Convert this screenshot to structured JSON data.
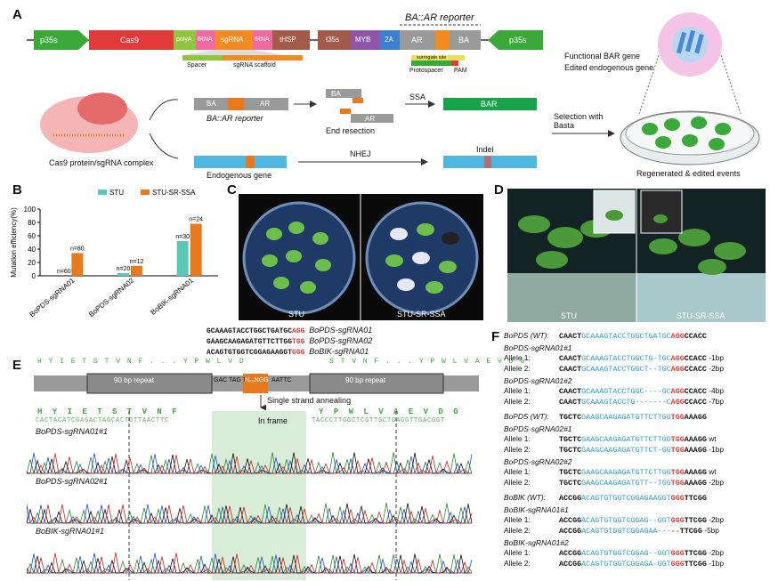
{
  "colors": {
    "green": "#3aa93a",
    "red": "#e23a3a",
    "orange": "#e8791c",
    "teal": "#5bc7b9",
    "blue": "#4fb8e0",
    "grey": "#9a9a9a",
    "purple": "#8e55a8"
  },
  "panelA": {
    "letter": "A",
    "reporter_title": "BA::AR reporter",
    "construct": [
      "p35s",
      "Cas9",
      "polyA",
      "tRNA",
      "sgRNA",
      "tRNA",
      "tHSP",
      "t35s",
      "MYB",
      "2A",
      "AR",
      "BA",
      "p35s"
    ],
    "spacer": "Spacer",
    "scaffold": "sgRNA scaffold",
    "surrogate": "surrogate site",
    "protospacer": "Protospacer",
    "pam": "PAM",
    "complex_label": "Cas9 protein/sgRNA complex",
    "reporter_BA": "BA",
    "reporter_AR": "AR",
    "reporter_label": "BA::AR reporter",
    "end_resection": "End resection",
    "ssa": "SSA",
    "bar": "BAR",
    "endogenous_label": "Endogenous gene",
    "nhej": "NHEJ",
    "indel": "Indel",
    "selection": "Selection with Basta",
    "functional": "Functional BAR gene",
    "edited": "Edited endogenous gene",
    "regenerated": "Regenerated & edited events"
  },
  "panelB": {
    "letter": "B"
  },
  "chart_data": {
    "type": "bar",
    "ylabel": "Mutation efficiency(%)",
    "ylim": [
      0,
      100
    ],
    "yticks": [
      0,
      20,
      40,
      60,
      80,
      100
    ],
    "categories": [
      "BoPDS-sgRNA01",
      "BoPDS-sgRNA02",
      "BoBIK-sgRNA01"
    ],
    "series": [
      {
        "name": "STU",
        "color": "#5bc7b9",
        "values": [
          0,
          4,
          52
        ],
        "labels": [
          "n=60",
          "n=20",
          "n=30"
        ]
      },
      {
        "name": "STU-SR-SSA",
        "color": "#e8791c",
        "values": [
          34,
          15,
          78
        ],
        "labels": [
          "n=80",
          "n=12",
          "n=24"
        ]
      }
    ]
  },
  "panelC": {
    "letter": "C",
    "left": "STU",
    "right": "STU-SR-SSA"
  },
  "panelD": {
    "letter": "D",
    "left": "STU",
    "right": "STU-SR-SSA"
  },
  "panelE": {
    "letter": "E",
    "guides": [
      {
        "pre": "GCAAAGTACCTGGCTGATGC",
        "pam": "AGG",
        "name": "BoPDS-sgRNA01"
      },
      {
        "pre": "GAAGCAAGAGATGTTCTTGG",
        "pam": "TGG",
        "name": "BoPDS-sgRNA02"
      },
      {
        "pre": "ACAGTGTGGTCGGAGAAGGT",
        "pam": "GGG",
        "name": "BoBIK-sgRNA01"
      }
    ],
    "aa_top": "H Y I E T S T V N F . . . Y P W L V D",
    "aa_top2": "S T V N F . . . Y P W L V A E V D G",
    "repeat": "90 bp repeat",
    "site_left": "GAC TAG T",
    "site_mid": "N₂₀NGG",
    "site_right": "AATTC",
    "ssa": "Single strand annealing",
    "aa_row": "H Y I E T S T V N F",
    "aa_row2": "Y P W L V A E V D G",
    "dna_row": "CACTACATCGAGACTAGCACTGTTAACTTC",
    "dna_row2": "TACCCTTGGCTCGTTGCTGAGGTTGACGGT",
    "in_frame": "In frame",
    "traces": [
      "BoPDS-sgRNA01#1",
      "BoPDS-sgRNA02#1",
      "BoBIK-sgRNA01#1"
    ]
  },
  "panelF": {
    "letter": "F",
    "blocks": [
      {
        "wt": "BoPDS (WT):",
        "wtseq": [
          "CAACT",
          "GCAAAGTACCTGGCTGATGC",
          "AGG",
          "CCACC"
        ],
        "groups": [
          {
            "title": "BoPDS-sgRNA01#1",
            "alleles": [
              {
                "label": "Allele 1:",
                "seq": [
                  "CAACT",
                  "GCAAAGTACCTGGCTG-TGC",
                  "AGG",
                  "CCACC"
                ],
                "note": "-1bp"
              },
              {
                "label": "Allele 2:",
                "seq": [
                  "CAACT",
                  "GCAAAGTACCTGGCT--TGC",
                  "AGG",
                  "CCACC"
                ],
                "note": "-2bp"
              }
            ]
          },
          {
            "title": "BoPDS-sgRNA01#2",
            "alleles": [
              {
                "label": "Allele 1:",
                "seq": [
                  "CAACT",
                  "GCAAAGTACCTGGC----GC",
                  "AGG",
                  "CCACC"
                ],
                "note": "-4bp"
              },
              {
                "label": "Allele 2:",
                "seq": [
                  "CAACT",
                  "GCAAAGTACCTG-------C",
                  "AGG",
                  "CCACC"
                ],
                "note": "-7bp"
              }
            ]
          }
        ]
      },
      {
        "wt": "BoPDS (WT):",
        "wtseq": [
          "TGCTC",
          "GAAGCAAGAGATGTTCTTGG",
          "TGG",
          "AAAGG"
        ],
        "groups": [
          {
            "title": "BoPDS-sgRNA02#1",
            "alleles": [
              {
                "label": "Allele 1:",
                "seq": [
                  "TGCTC",
                  "GAAGCAAGAGATGTTCTTGG",
                  "TGG",
                  "AAAGG"
                ],
                "note": "wt"
              },
              {
                "label": "Allele 2:",
                "seq": [
                  "TGCTC",
                  "GAAGCAAGAGATGTTCT-GG",
                  "TGG",
                  "AAAGG"
                ],
                "note": "-1bp"
              }
            ]
          },
          {
            "title": "BoPDS-sgRNA02#2",
            "alleles": [
              {
                "label": "Allele 1:",
                "seq": [
                  "TGCTC",
                  "GAAGCAAGAGATGTTCTTGG",
                  "TGG",
                  "AAAGG"
                ],
                "note": "wt"
              },
              {
                "label": "Allele 2:",
                "seq": [
                  "TGCTC",
                  "GAAGCAAGAGATGTT--TGG",
                  "TGG",
                  "AAAGG"
                ],
                "note": "-2bp"
              }
            ]
          }
        ]
      },
      {
        "wt": "BoBIK (WT):",
        "wtseq": [
          "ACCGG",
          "ACAGTGTGGTCGGAGAAGGT",
          "GGG",
          "TTCGG"
        ],
        "groups": [
          {
            "title": "BoBIK-sgRNA01#1",
            "alleles": [
              {
                "label": "Allele 1:",
                "seq": [
                  "ACCGG",
                  "ACAGTGTGGTCGGAG--GGT",
                  "GGG",
                  "TTCGG"
                ],
                "note": "-2bp"
              },
              {
                "label": "Allele 2:",
                "seq": [
                  "ACCGG",
                  "ACAGTGTGGTCGGAGAA---",
                  "--",
                  "TTCGG"
                ],
                "note": "-5bp"
              }
            ]
          },
          {
            "title": "BoBIK-sgRNA01#2",
            "alleles": [
              {
                "label": "Allele 1:",
                "seq": [
                  "ACCGG",
                  "ACAGTGTGGTCGGAG--GGT",
                  "GGG",
                  "TTCGG"
                ],
                "note": "-2bp"
              },
              {
                "label": "Allele 2:",
                "seq": [
                  "ACCGG",
                  "ACAGTGTGGTCGGAGA-GGT",
                  "GGG",
                  "TTCGG"
                ],
                "note": "-1bp"
              }
            ]
          }
        ]
      }
    ]
  }
}
